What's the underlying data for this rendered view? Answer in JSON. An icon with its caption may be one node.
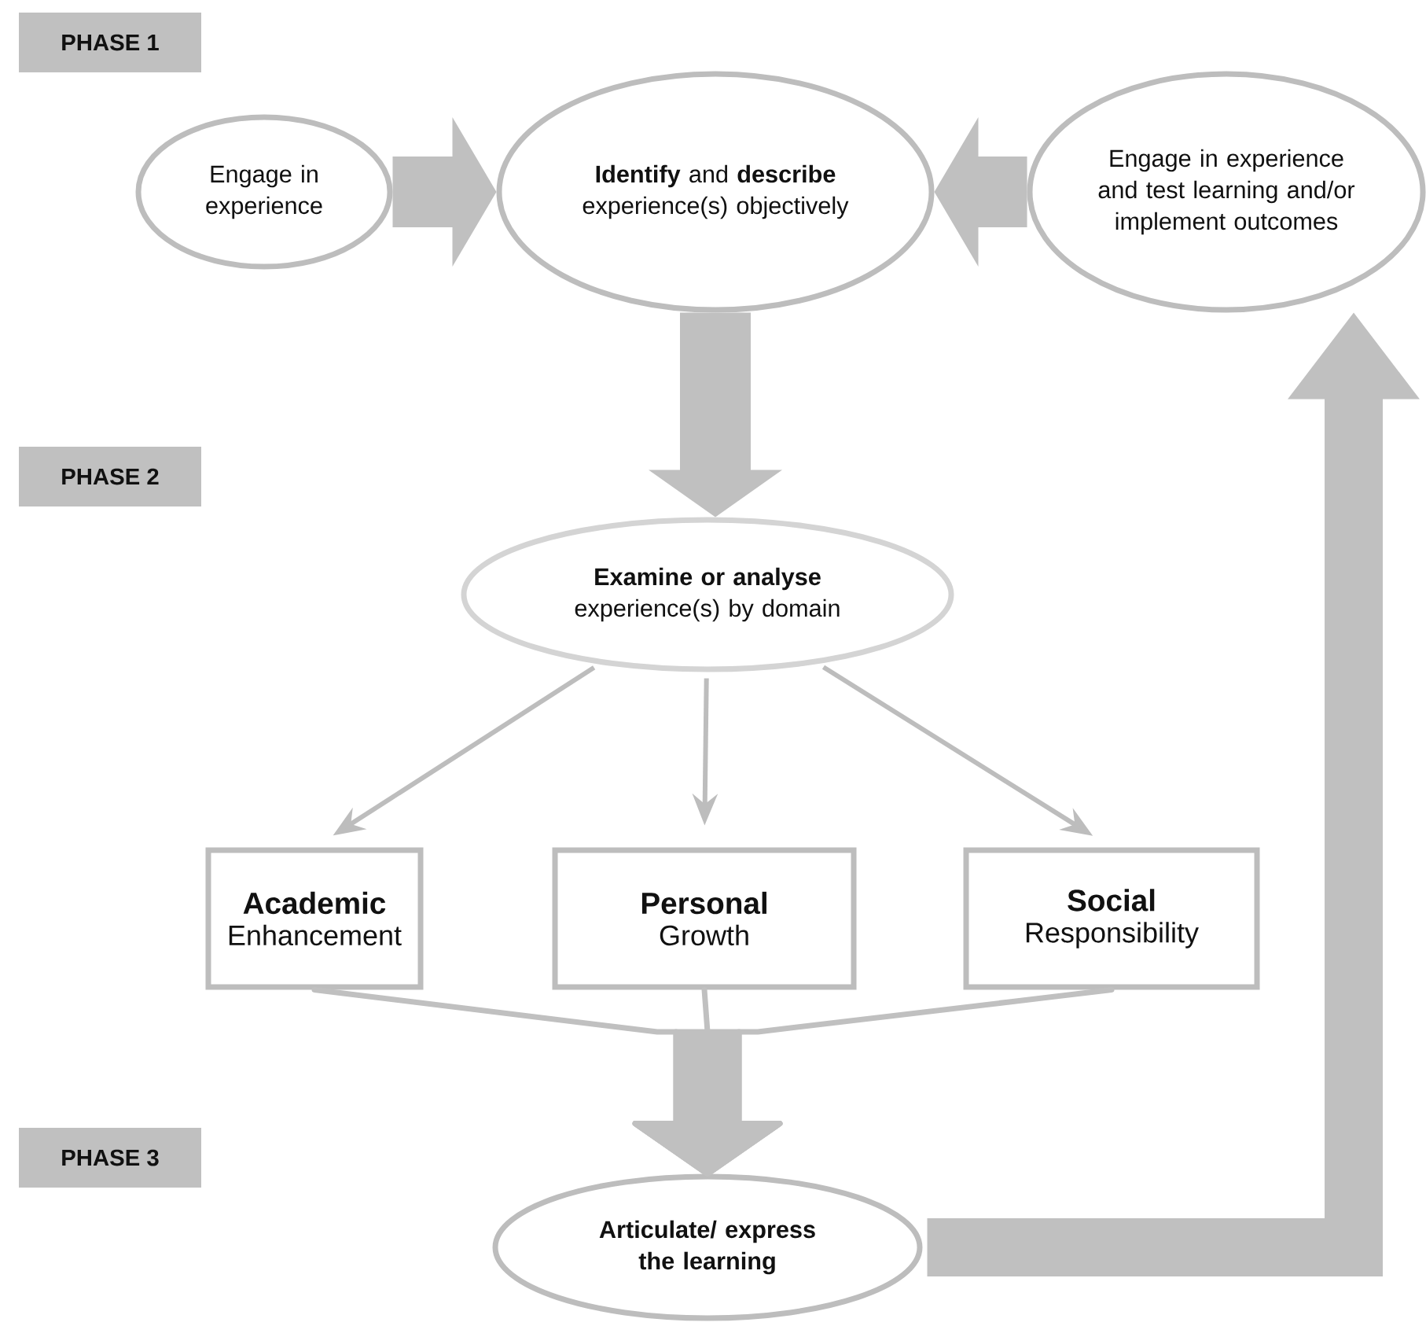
{
  "diagram": {
    "nodes": [
      {
        "text": [
          "PHASE 1"
        ]
      },
      {
        "text": [
          "Engage in experience"
        ]
      },
      {
        "text": [
          "**Identify** and **describe** experience(s) objectively"
        ]
      },
      {
        "text": [
          "Engage in experience and test learning and/or implement outcomes"
        ]
      },
      {
        "text": [
          "PHASE 2"
        ]
      },
      {
        "text": [
          "**Examine or analyse** experience(s) by domain"
        ]
      },
      {
        "text": [
          "Academic",
          "Enhancement"
        ]
      },
      {
        "text": [
          "Personal",
          "Growth"
        ]
      },
      {
        "text": [
          "Social",
          "Responsibility"
        ]
      },
      {
        "text": [
          "PHASE 3"
        ]
      },
      {
        "text": [
          "Articulate/ express the learning"
        ]
      }
    ],
    "edges": [
      {
        "from": 1,
        "to": 2,
        "arrow": "to",
        "style": "thick"
      },
      {
        "from": 3,
        "to": 2,
        "arrow": "to",
        "style": "thick"
      },
      {
        "from": 2,
        "to": 5,
        "arrow": "to",
        "style": "thick"
      },
      {
        "from": 5,
        "to": 6,
        "arrow": "to"
      },
      {
        "from": 5,
        "to": 7,
        "arrow": "to"
      },
      {
        "from": 5,
        "to": 8,
        "arrow": "to"
      },
      {
        "from": 6,
        "to": 10,
        "arrow": "to"
      },
      {
        "from": 7,
        "to": 10,
        "arrow": "to"
      },
      {
        "from": 8,
        "to": 10,
        "arrow": "to"
      },
      {
        "from": 10,
        "to": 3,
        "arrow": "to",
        "style": "thick"
      }
    ]
  }
}
